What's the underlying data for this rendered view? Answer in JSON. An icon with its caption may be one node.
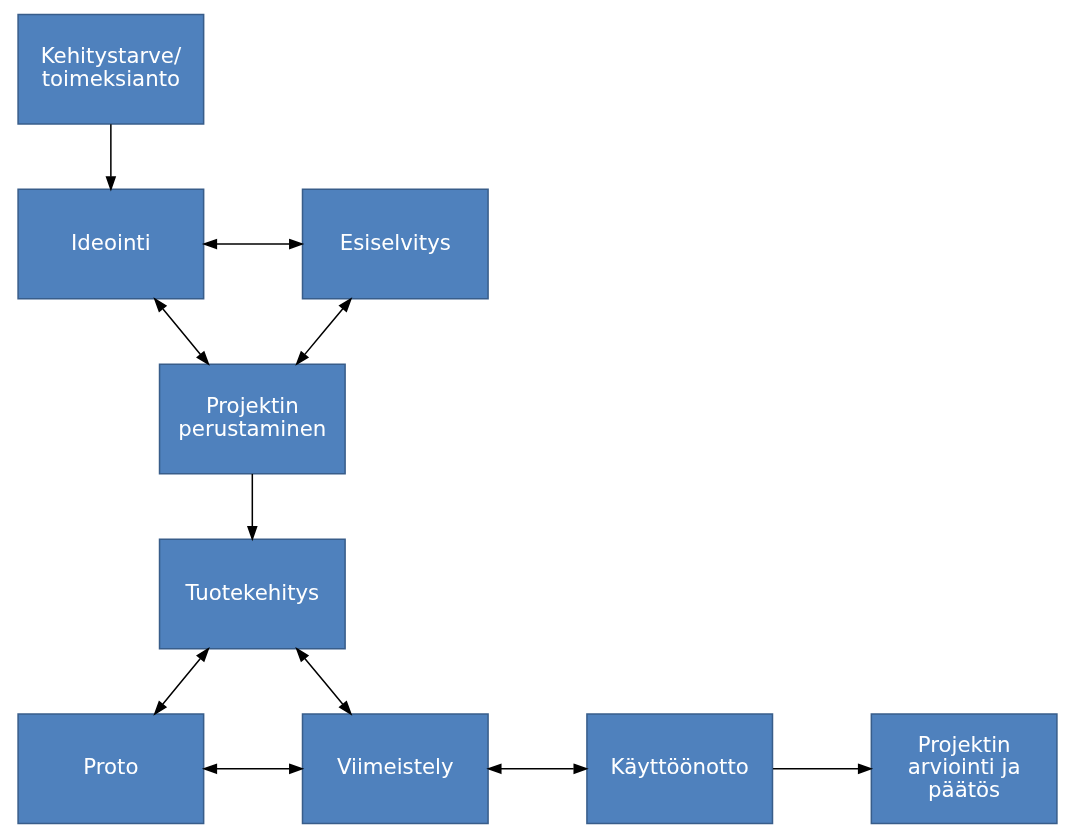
{
  "diagram": {
    "nodes": [
      {
        "text": [
          "Kehitystarve/ toimeksianto"
        ]
      },
      {
        "text": [
          "Ideointi"
        ]
      },
      {
        "text": [
          "Esiselvitys"
        ]
      },
      {
        "text": [
          "Projektin perustaminen"
        ]
      },
      {
        "text": [
          "Tuotekehitys"
        ]
      },
      {
        "text": [
          "Proto"
        ]
      },
      {
        "text": [
          "Viimeistely"
        ]
      },
      {
        "text": [
          "Käyttöönotto"
        ]
      },
      {
        "text": [
          "Projektin arviointi ja päätös"
        ]
      }
    ],
    "edges": [
      {
        "from": 0,
        "to": 1,
        "arrow": "to"
      },
      {
        "from": 1,
        "to": 2,
        "arrow": "both"
      },
      {
        "from": 1,
        "to": 3,
        "arrow": "both"
      },
      {
        "from": 2,
        "to": 3,
        "arrow": "both"
      },
      {
        "from": 3,
        "to": 4,
        "arrow": "to"
      },
      {
        "from": 4,
        "to": 5,
        "arrow": "both"
      },
      {
        "from": 4,
        "to": 6,
        "arrow": "both"
      },
      {
        "from": 5,
        "to": 6,
        "arrow": "both"
      },
      {
        "from": 6,
        "to": 7,
        "arrow": "both"
      },
      {
        "from": 7,
        "to": 8,
        "arrow": "to"
      }
    ]
  }
}
